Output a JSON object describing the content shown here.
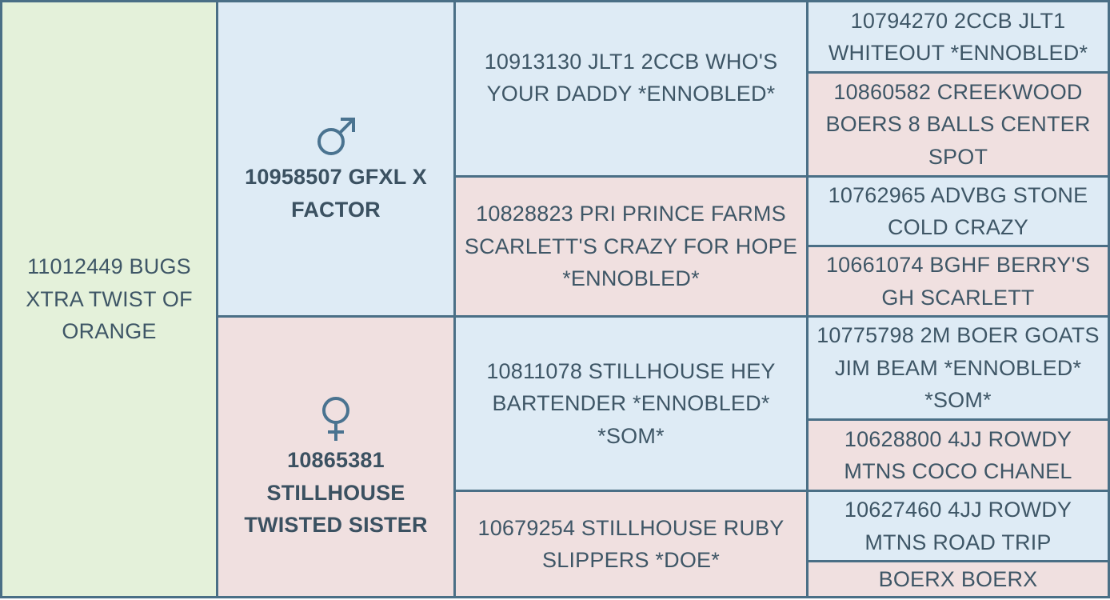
{
  "subject": {
    "name": "11012449 BUGS XTRA TWIST OF ORANGE"
  },
  "sire": {
    "symbol": "male-icon",
    "name": "10958507 GFXL X FACTOR"
  },
  "dam": {
    "symbol": "female-icon",
    "name": "10865381 STILLHOUSE TWISTED SISTER"
  },
  "grandparents": {
    "sire_sire": "10913130 JLT1 2CCB WHO'S YOUR DADDY *ENNOBLED*",
    "sire_dam": "10828823 PRI PRINCE FARMS SCARLETT'S CRAZY FOR HOPE *ENNOBLED*",
    "dam_sire": "10811078 STILLHOUSE HEY BARTENDER *ENNOBLED* *SOM*",
    "dam_dam": "10679254 STILLHOUSE RUBY SLIPPERS *DOE*"
  },
  "great_grandparents": [
    "10794270 2CCB JLT1 WHITEOUT *ENNOBLED*",
    "10860582 CREEKWOOD BOERS 8 BALLS CENTER SPOT",
    "10762965 ADVBG STONE COLD CRAZY",
    "10661074 BGHF BERRY'S GH SCARLETT",
    "10775798 2M BOER GOATS JIM BEAM *ENNOBLED* *SOM*",
    "10628800 4JJ ROWDY MTNS COCO CHANEL",
    "10627460 4JJ ROWDY MTNS ROAD TRIP",
    "BOERX BOERX"
  ],
  "colors": {
    "border": "#4a6f86",
    "subject": "#e4f1da",
    "male": "#deebf5",
    "female": "#f0e0e0",
    "text": "#3e5666"
  }
}
